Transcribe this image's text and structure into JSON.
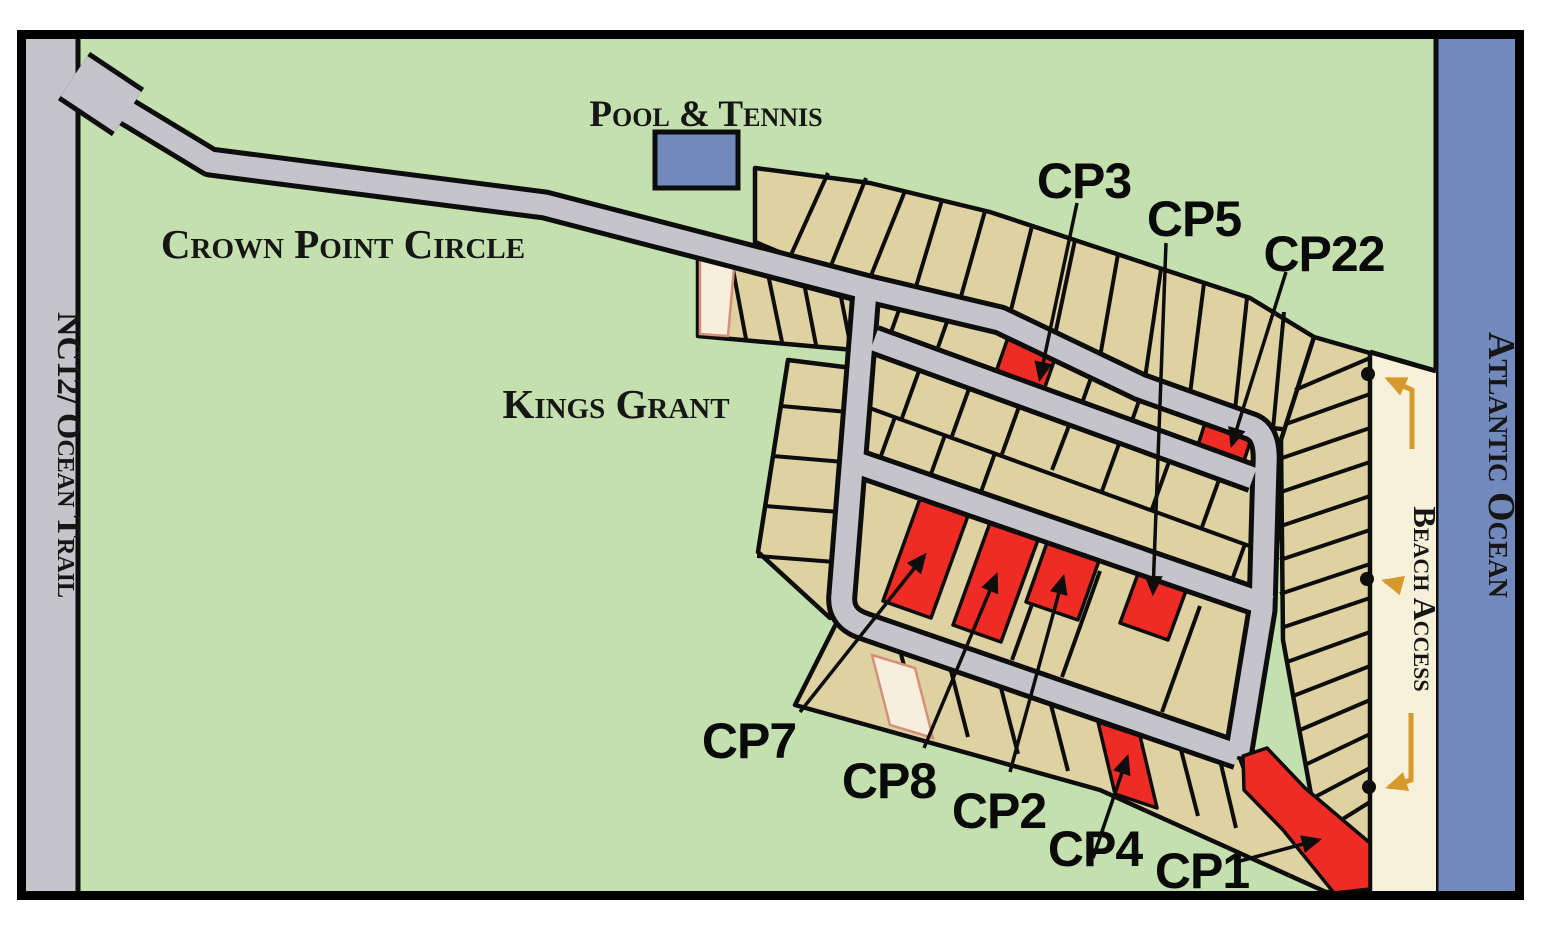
{
  "labels": {
    "crown_point_circle": "Crown Point Circle",
    "kings_grant": "Kings Grant",
    "pool_tennis": "Pool & Tennis",
    "nc12_ocean_trail": "NC12/ Ocean Trail",
    "atlantic_ocean": "Atlantic Ocean",
    "beach_access": "Beach Access"
  },
  "lot_labels": {
    "cp1": "CP1",
    "cp2": "CP2",
    "cp3": "CP3",
    "cp4": "CP4",
    "cp5": "CP5",
    "cp7": "CP7",
    "cp8": "CP8",
    "cp22": "CP22"
  },
  "features": {
    "highlighted_lots": [
      "CP1",
      "CP2",
      "CP3",
      "CP4",
      "CP5",
      "CP7",
      "CP8",
      "CP22"
    ],
    "beach_access_points": 3
  },
  "colors": {
    "green": "#c5e0af",
    "lot": "#ded1a2",
    "lot_pale": "#f7eedd",
    "pale_stroke": "#d4907b",
    "road": "#c5c4ca",
    "red": "#ee2b24",
    "beach_sand": "#f8f1d9",
    "ocean": "#7289bd",
    "orange": "#d6992b",
    "ink": "#0d0d0d"
  }
}
